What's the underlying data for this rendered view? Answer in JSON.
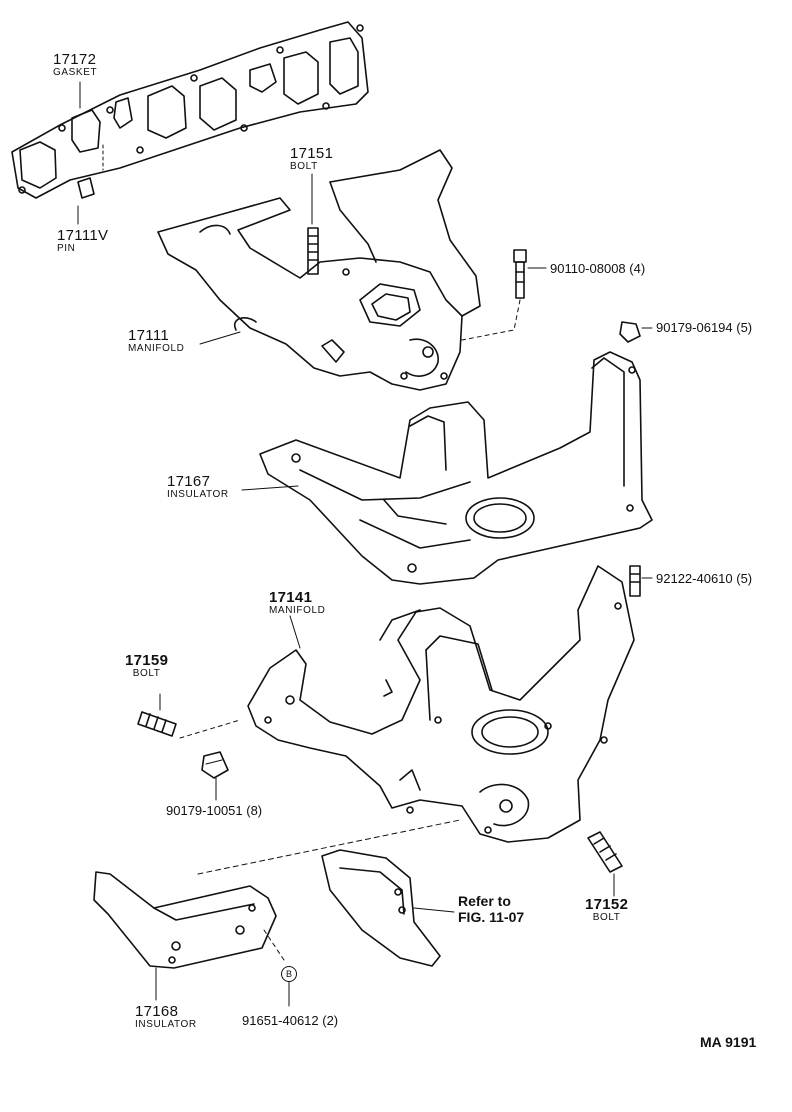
{
  "parts": {
    "p17172": {
      "number": "17172",
      "name": "GASKET"
    },
    "p17111v": {
      "number": "17111V",
      "name": "PIN"
    },
    "p17151": {
      "number": "17151",
      "name": "BOLT"
    },
    "p90110": {
      "number": "90110-08008 (4)"
    },
    "p17111": {
      "number": "17111",
      "name": "MANIFOLD"
    },
    "p90179a": {
      "number": "90179-06194 (5)"
    },
    "p17167": {
      "number": "17167",
      "name": "INSULATOR"
    },
    "p92122": {
      "number": "92122-40610 (5)"
    },
    "p17141": {
      "number": "17141",
      "name": "MANIFOLD"
    },
    "p17159": {
      "number": "17159",
      "name": "BOLT"
    },
    "p90179b": {
      "number": "90179-10051 (8)"
    },
    "p17152": {
      "number": "17152",
      "name": "BOLT"
    },
    "p17168": {
      "number": "17168",
      "name": "INSULATOR"
    },
    "p91651": {
      "number": "91651-40612 (2)"
    }
  },
  "refer": {
    "line1": "Refer to",
    "line2": "FIG. 11-07"
  },
  "marker": "B",
  "figure_code": "MA 9191",
  "colors": {
    "ink": "#111111",
    "paper": "#ffffff"
  }
}
